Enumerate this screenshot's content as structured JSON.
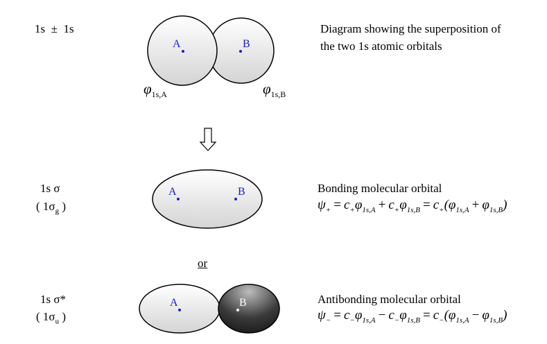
{
  "row1": {
    "left_label": "1s  ±  1s",
    "caption_line1": "Diagram showing the superposition of",
    "caption_line2": "the two 1s atomic orbitals",
    "atom_a": "A",
    "atom_b": "B",
    "phi_a": {
      "sym": "φ",
      "sub": "1s,A"
    },
    "phi_b": {
      "sym": "φ",
      "sub": "1s,B"
    }
  },
  "row2": {
    "left_label": "1s σ",
    "left_label2": "( 1σ",
    "left_label2_sub": "g",
    "left_label2_end": " )",
    "atom_a": "A",
    "atom_b": "B",
    "title": "Bonding molecular orbital",
    "equation": [
      {
        "t": "ψ",
        "s": "+"
      },
      {
        "op": "="
      },
      {
        "t": "c",
        "s": "+"
      },
      {
        "t": "φ",
        "s": "1s,A"
      },
      {
        "op": "+"
      },
      {
        "t": "c",
        "s": "+"
      },
      {
        "t": "φ",
        "s": "1s,B"
      },
      {
        "op": "="
      },
      {
        "t": "c",
        "s": "+"
      },
      {
        "t": "(φ",
        "s": "1s,A"
      },
      {
        "op": "+"
      },
      {
        "t": "φ",
        "s": "1s,B"
      },
      {
        "t": ")"
      }
    ]
  },
  "or_label": "or",
  "row3": {
    "left_label": "1s σ*",
    "left_label2": "( 1σ",
    "left_label2_sub": "u",
    "left_label2_end": " )",
    "atom_a": "A",
    "atom_b": "B",
    "title": "Antibonding molecular orbital",
    "equation": [
      {
        "t": "ψ",
        "s": "−"
      },
      {
        "op": "="
      },
      {
        "t": "c",
        "s": "−"
      },
      {
        "t": "φ",
        "s": "1s,A"
      },
      {
        "op": "−"
      },
      {
        "t": "c",
        "s": "−"
      },
      {
        "t": "φ",
        "s": "1s,B"
      },
      {
        "op": "="
      },
      {
        "t": "c",
        "s": "−"
      },
      {
        "t": "(φ",
        "s": "1s,A"
      },
      {
        "op": "−"
      },
      {
        "t": "φ",
        "s": "1s,B"
      },
      {
        "t": ")"
      }
    ]
  },
  "colors": {
    "atom_label": "#1a1acc",
    "orbital_fill": "#e6e6e6",
    "dark_orbital": "#3a3a3a"
  }
}
